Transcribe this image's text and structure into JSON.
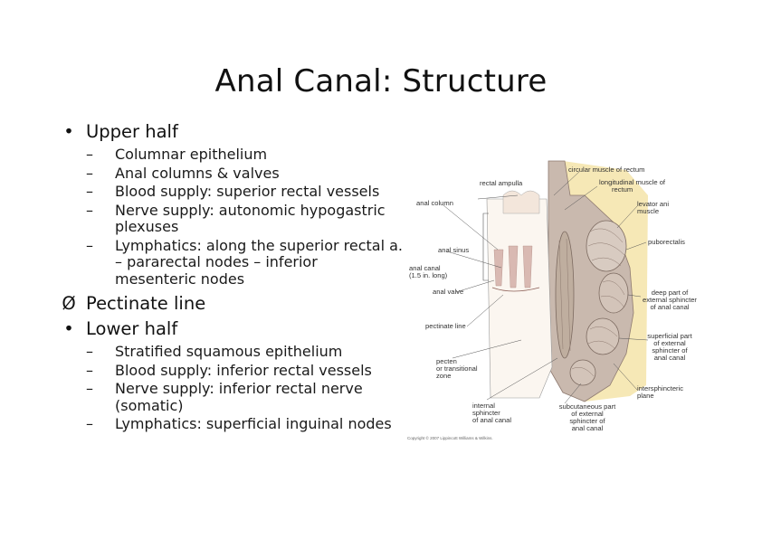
{
  "slide": {
    "title": "Anal Canal: Structure"
  },
  "content": {
    "upper_half": {
      "marker": "•",
      "label": "Upper half",
      "items": [
        [
          "Columnar epithelium"
        ],
        [
          "Anal columns & valves"
        ],
        [
          "Blood supply: superior rectal vessels"
        ],
        [
          "Nerve supply: autonomic hypogastric",
          "plexuses"
        ],
        [
          "Lymphatics: along the superior rectal a.",
          "– pararectal nodes – inferior",
          "mesenteric nodes"
        ]
      ]
    },
    "pectinate": {
      "marker": "Ø",
      "label": "Pectinate line"
    },
    "lower_half": {
      "marker": "•",
      "label": "Lower half",
      "items": [
        [
          "Stratified squamous epithelium"
        ],
        [
          "Blood supply: inferior rectal vessels"
        ],
        [
          "Nerve supply: inferior rectal nerve",
          "(somatic)"
        ],
        [
          "Lymphatics: superficial inguinal nodes"
        ]
      ]
    },
    "sub_marker": "–"
  },
  "figure": {
    "labels": {
      "circular_muscle": "circular muscle of rectum",
      "rectal_ampulla": "rectal ampulla",
      "longitudinal_muscle_1": "longitudinal muscle of",
      "longitudinal_muscle_2": "rectum",
      "anal_column": "anal column",
      "levator_ani_1": "levator ani",
      "levator_ani_2": "muscle",
      "puborectalis": "puborectalis",
      "anal_sinus": "anal sinus",
      "anal_canal_1": "anal canal",
      "anal_canal_2": "(1.5 in. long)",
      "anal_valve": "anal valve",
      "deep_ext_1": "deep part of",
      "deep_ext_2": "external sphincter",
      "deep_ext_3": "of anal canal",
      "pectinate_line": "pectinate line",
      "superficial_ext_1": "superficial part",
      "superficial_ext_2": "of external",
      "superficial_ext_3": "sphincter of",
      "superficial_ext_4": "anal canal",
      "pecten_1": "pecten",
      "pecten_2": "or transitional",
      "pecten_3": "zone",
      "intersphincteric_1": "intersphincteric",
      "intersphincteric_2": "plane",
      "internal_1": "internal",
      "internal_2": "sphincter",
      "internal_3": "of anal canal",
      "subcutaneous_1": "subcutaneous part",
      "subcutaneous_2": "of external",
      "subcutaneous_3": "sphincter of",
      "subcutaneous_4": "anal canal",
      "copyright": "Copyright © 2007 Lippincott Williams & Wilkins."
    },
    "colors": {
      "fat": "#f6e8b6",
      "muscle": "#c9b9ae",
      "muscle_dark": "#8e7a70",
      "mucosa": "#efe3da",
      "lumen": "#fbf6f0",
      "line": "#555555"
    }
  }
}
